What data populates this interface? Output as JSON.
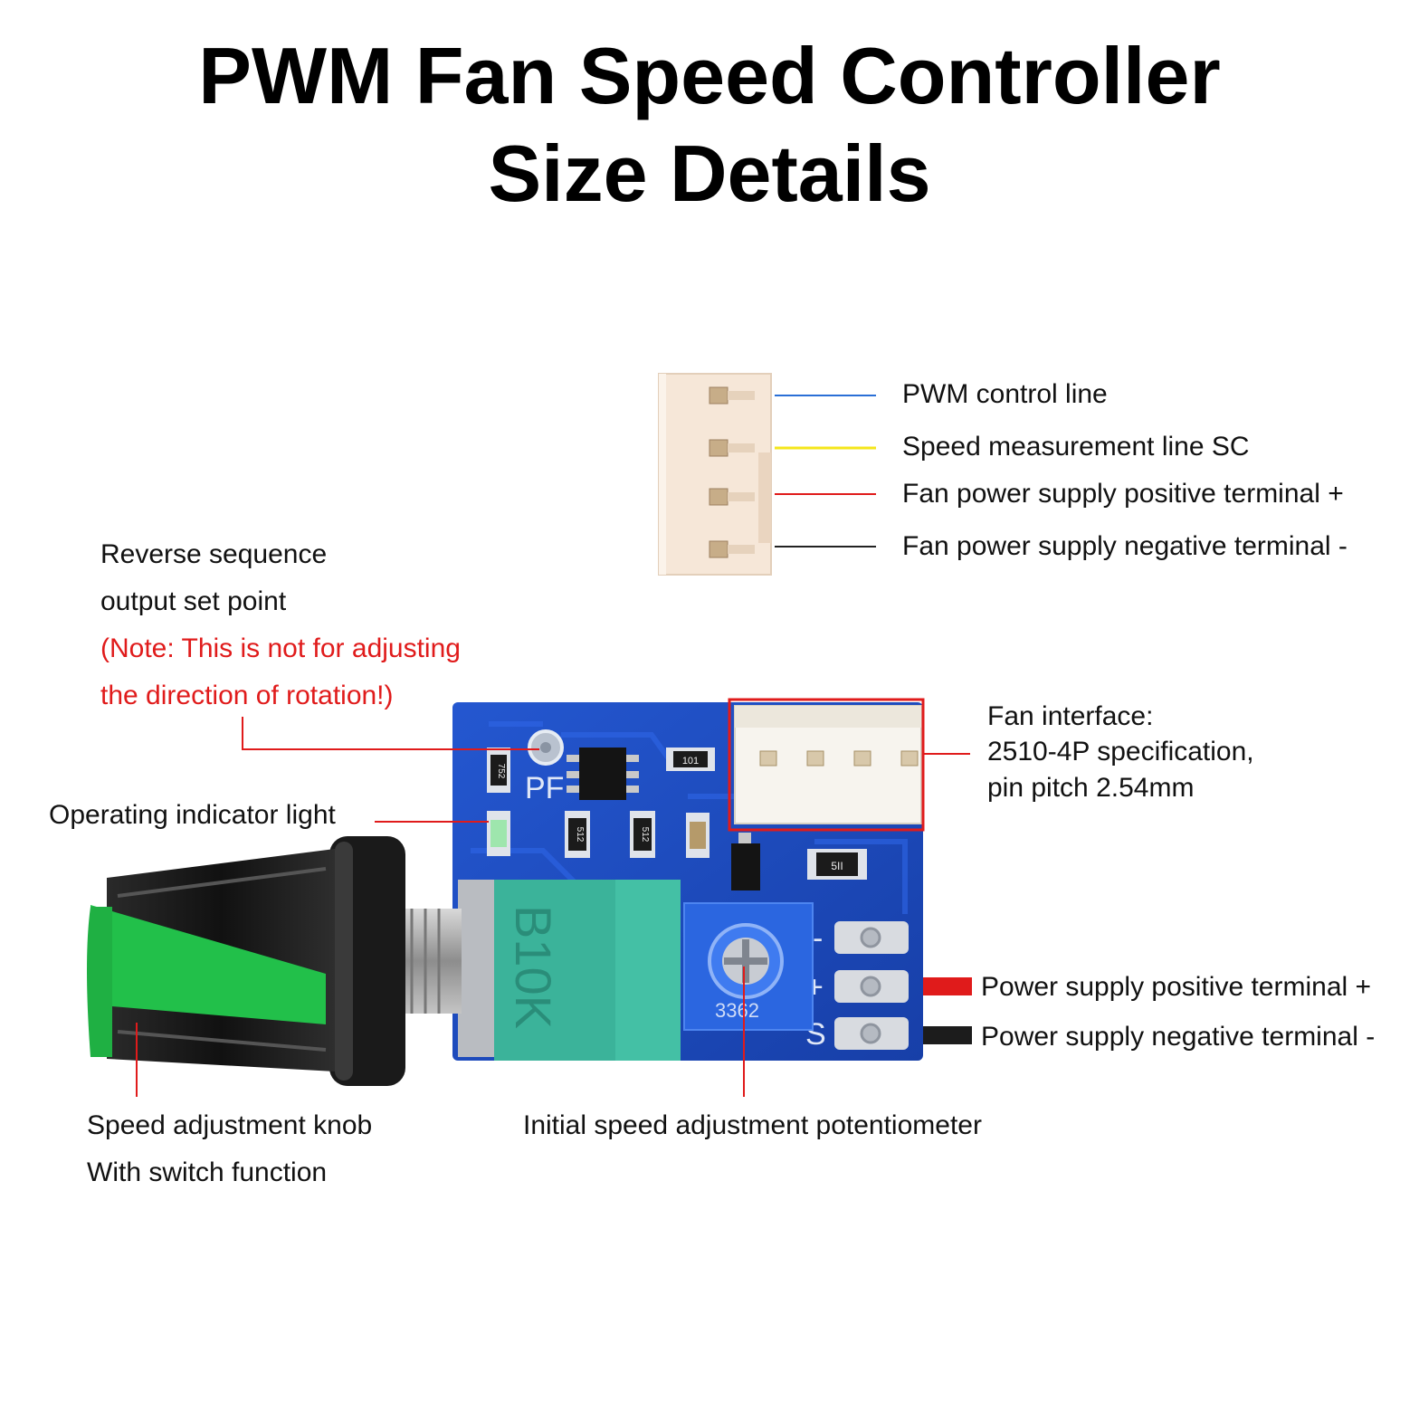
{
  "title": {
    "line1": "PWM Fan Speed Controller",
    "line2": "Size Details"
  },
  "connector_pins": [
    {
      "label": "PWM control line",
      "wire_color": "#2a6fd6"
    },
    {
      "label": "Speed measurement line SC",
      "wire_color": "#f4e61a"
    },
    {
      "label": "Fan power supply positive terminal +",
      "wire_color": "#e01b1b"
    },
    {
      "label": "Fan power supply negative terminal -",
      "wire_color": "#222222"
    }
  ],
  "reverse_setpoint": {
    "line1": "Reverse sequence",
    "line2": "output set point",
    "note1": "(Note: This is not for adjusting",
    "note2": "the direction of rotation!)"
  },
  "indicator_label": "Operating indicator light",
  "fan_interface": {
    "line1": "Fan interface:",
    "line2": "2510-4P specification,",
    "line3": "pin pitch 2.54mm"
  },
  "power_positive": "Power supply positive terminal +",
  "power_negative": "Power supply negative terminal -",
  "knob": {
    "line1": "Speed adjustment knob",
    "line2": "With switch function"
  },
  "potentiometer_label": "Initial speed adjustment potentiometer",
  "board_markings": {
    "pot_code": "B10K",
    "trimmer_code": "3362",
    "pf": "PF",
    "pin_minus": "-",
    "pin_plus": "+",
    "pin_s": "S",
    "resistor_r1": "752",
    "resistor_r2": "512",
    "resistor_r3": "512",
    "resistor_r4": "101",
    "resistor_r5": "5II"
  },
  "colors": {
    "pcb": "#1f4fc2",
    "knob_accent": "#22c04a",
    "pot_body": "#3bb39a",
    "callout": "#e01b1b"
  }
}
